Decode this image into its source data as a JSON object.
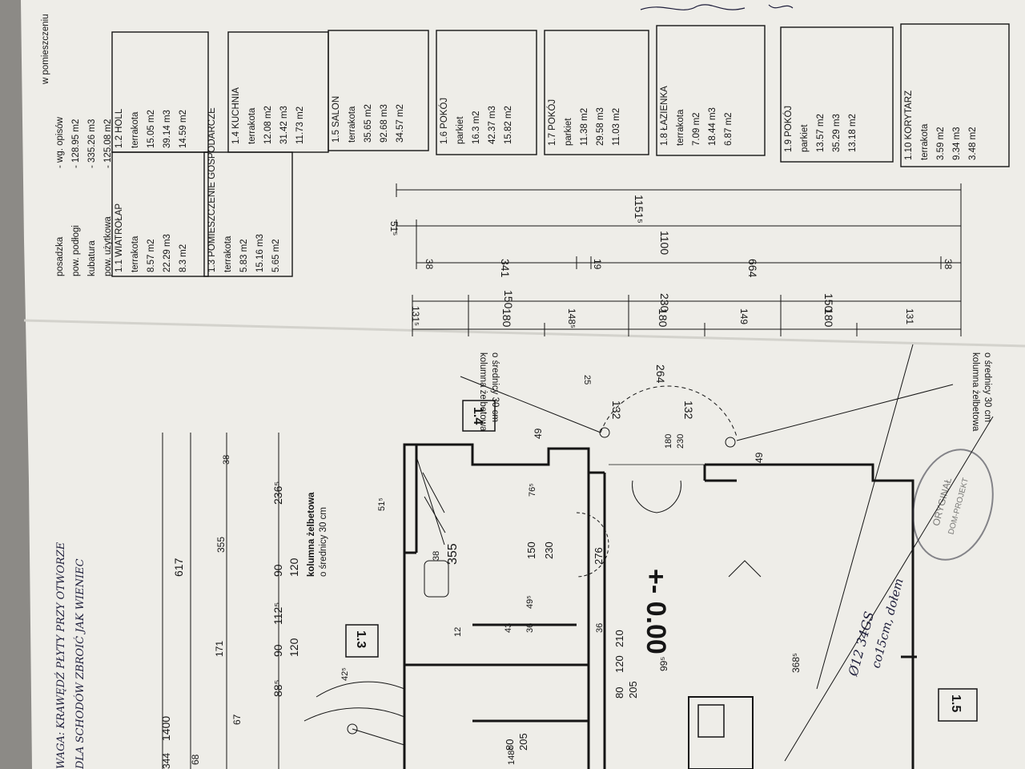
{
  "summary": {
    "header": "w pomieszczeniu",
    "rows": [
      {
        "label": "posadzka",
        "value": "- wg. opisów"
      },
      {
        "label": "pow. podłogi",
        "value": "- 128.95 m2"
      },
      {
        "label": "kubatura",
        "value": "- 335.26 m3"
      },
      {
        "label": "pow. użytkowa",
        "value": "- 125.08 m2"
      }
    ]
  },
  "rooms": [
    {
      "name": "1.1 WIATROŁAP",
      "floor": "terrakota",
      "area": "8.57 m2",
      "volume": "22.29 m3",
      "usable": "8.3 m2"
    },
    {
      "name": "1.2 HOLL",
      "floor": "terrakota",
      "area": "15.05 m2",
      "volume": "39.14 m3",
      "usable": "14.59 m2"
    },
    {
      "name": "1.3 POMIESZCZENIE GOSPODARCZE",
      "floor": "terrakota",
      "area": "5.83 m2",
      "volume": "15.16 m3",
      "usable": "5.65 m2"
    },
    {
      "name": "1.4 KUCHNIA",
      "floor": "terrakota",
      "area": "12.08 m2",
      "volume": "31.42 m3",
      "usable": "11.73 m2"
    },
    {
      "name": "1.5 SALON",
      "floor": "terrakota",
      "area": "35.65 m2",
      "volume": "92.68 m3",
      "usable": "34.57 m2"
    },
    {
      "name": "1.6 POKÓJ",
      "floor": "parkiet",
      "area": "16.3 m2",
      "volume": "42.37 m3",
      "usable": "15.82 m2"
    },
    {
      "name": "1.7 POKÓJ",
      "floor": "parkiet",
      "area": "11.38 m2",
      "volume": "29.58 m3",
      "usable": "11.03 m2"
    },
    {
      "name": "1.8 ŁAZIENKA",
      "floor": "terrakota",
      "area": "7.09 m2",
      "volume": "18.44 m3",
      "usable": "6.87 m2"
    },
    {
      "name": "1.9 POKÓJ",
      "floor": "parkiet",
      "area": "13.57 m2",
      "volume": "35.29 m3",
      "usable": "13.18 m2"
    },
    {
      "name": "1.10 KORYTARZ",
      "floor": "terrakota",
      "area": "3.59 m2",
      "volume": "9.34 m3",
      "usable": "3.48 m2"
    }
  ],
  "dimensions": {
    "d11515": "1151⁵",
    "d1100": "1100",
    "d515": "51⁵",
    "d38": "38",
    "d341": "341",
    "d19": "19",
    "d664": "664",
    "d1315": "131⁵",
    "d180": "180",
    "d150": "150",
    "d1485": "148⁵",
    "d230": "230",
    "d149": "149",
    "d131": "131",
    "d264": "264",
    "d132": "132",
    "d25": "25",
    "d49": "49",
    "d1400": "1400",
    "d617": "617",
    "d355": "355",
    "d2365": "236⁵",
    "d120": "120",
    "d90": "90",
    "d1125": "112⁵",
    "d171": "171",
    "d885": "88⁵",
    "d67": "67",
    "d68": "68",
    "d344": "344",
    "d765": "76⁵",
    "d276": "276",
    "d495": "49⁵",
    "d36": "36",
    "d43": "43",
    "d12": "12",
    "d210": "210",
    "d995": "99⁵",
    "d3685": "368⁵",
    "d80": "80",
    "d205": "205",
    "d1485b": "148⁵",
    "d425": "42⁵"
  },
  "labels": {
    "column_top": [
      "kolumna żelbetowa",
      "o średnicy 30 cm"
    ],
    "column_bottom": [
      "kolumna żelbetowa",
      "o średnicy 30 cm"
    ],
    "column_left": [
      "kolumna żelbetowa",
      "o średnicy 30 cm"
    ],
    "level": "+- 0.00",
    "tag_14": "1.4",
    "tag_13": "1.3",
    "tag_15": "1.5",
    "note_top": [
      "WAGA: KRAWĘDŹ PŁYTY PRZY OTWORZE",
      "DLA SCHODÓW ZBROIĆ JAK WIENIEC"
    ],
    "rebar_note1": "Ø12 34GS",
    "rebar_note2": "co15cm, dołem"
  },
  "stamp": {
    "line1": "ORYGINAŁ",
    "line2": "DOM-PROJEKT"
  },
  "colors": {
    "paper": "#eeede8",
    "ink": "#151515",
    "shadow": "#8c8a86"
  }
}
